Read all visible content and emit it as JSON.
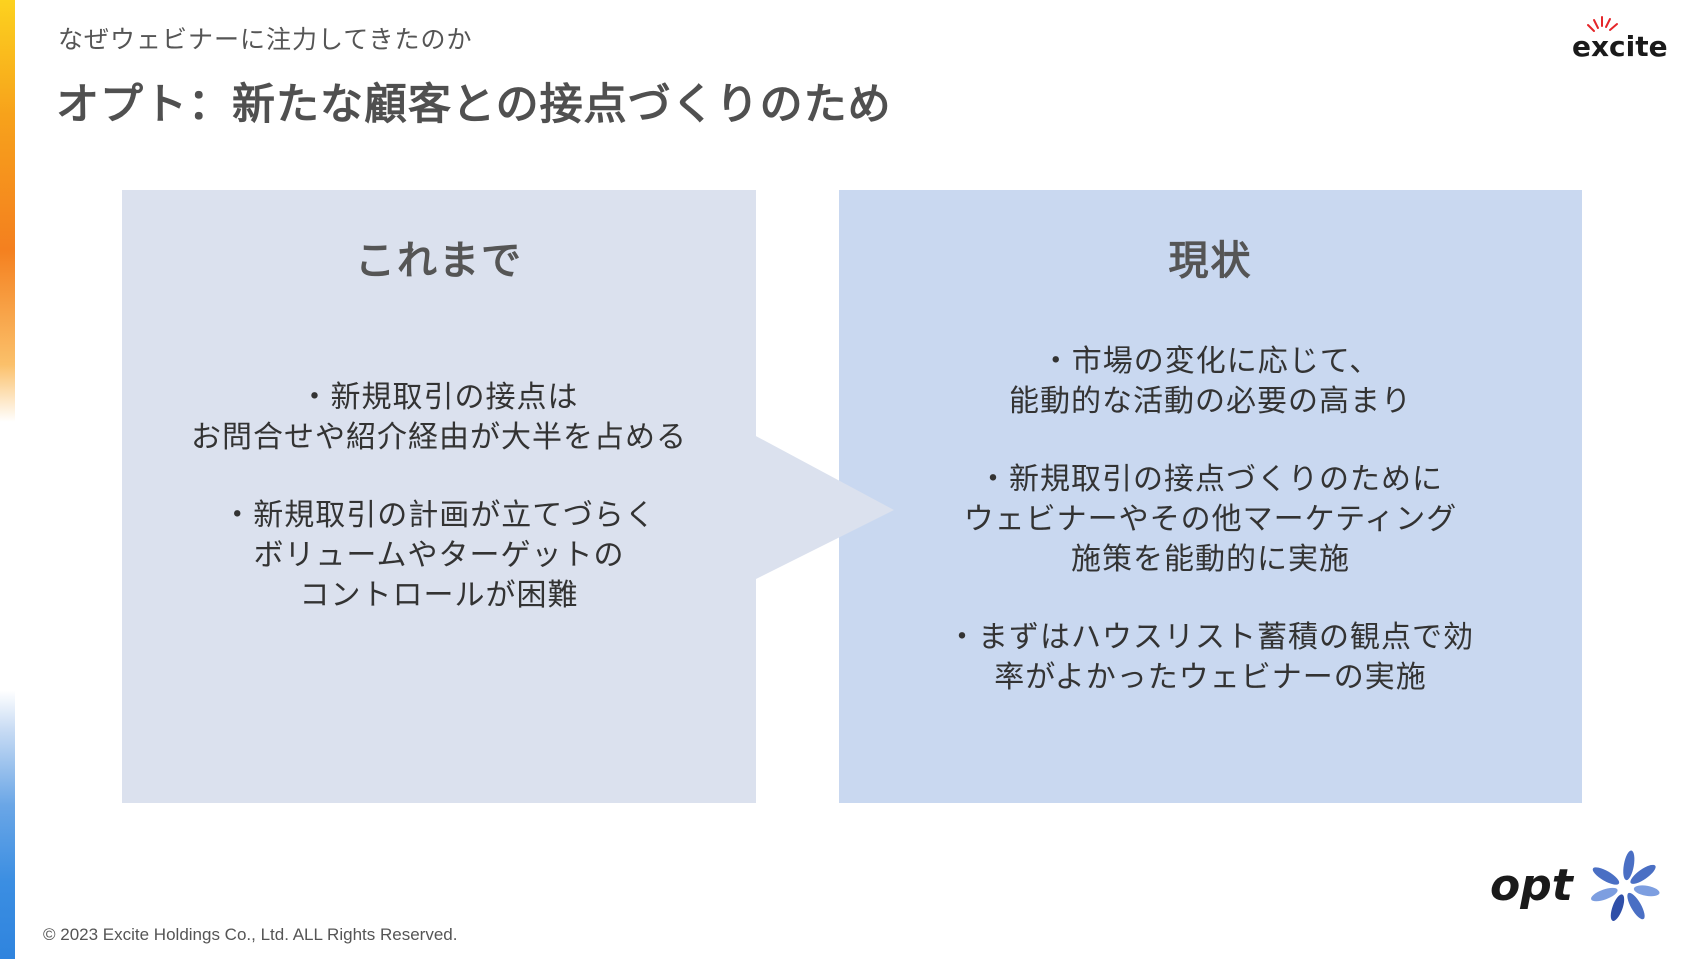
{
  "header": {
    "subtitle": "なぜウェビナーに注力してきたのか",
    "title": "オプト：新たな顧客との接点づくりのため"
  },
  "logos": {
    "excite": {
      "text": "excite",
      "icon": "excite-logo-icon",
      "color": "#1a1a1a",
      "accent": "#e5262a"
    },
    "opt": {
      "text": "opt",
      "icon": "opt-flower-icon",
      "color": "#1a1a1a",
      "accent": "#4a6fc4"
    }
  },
  "panels": {
    "before": {
      "heading": "これまで",
      "bullets": [
        "・新規取引の接点は\nお問合せや紹介経由が大半を占める",
        "・新規取引の計画が立てづらく\nボリュームやターゲットの\nコントロールが困難"
      ]
    },
    "now": {
      "heading": "現状",
      "bullets": [
        "・市場の変化に応じて、\n能動的な活動の必要の高まり",
        "・新規取引の接点づくりのために\nウェビナーやその他マーケティング\n施策を能動的に実施",
        "・まずはハウスリスト蓄積の観点で効\n率がよかったウェビナーの実施"
      ]
    }
  },
  "footer": {
    "copyright": "© 2023 Excite Holdings Co., Ltd. ALL Rights Reserved."
  },
  "colors": {
    "panel_before": "#dbe1ee",
    "panel_now": "#c9d8f0",
    "text": "#333333"
  }
}
